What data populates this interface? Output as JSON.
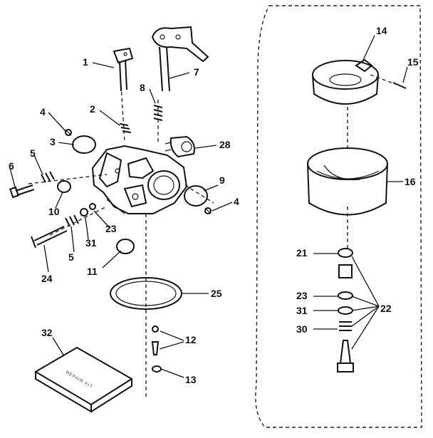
{
  "diagram": {
    "repair_kit_text": "REPAIR KIT",
    "callouts": [
      {
        "id": "c1",
        "label": "1"
      },
      {
        "id": "c2",
        "label": "2"
      },
      {
        "id": "c3",
        "label": "3"
      },
      {
        "id": "c4a",
        "label": "4"
      },
      {
        "id": "c4b",
        "label": "4"
      },
      {
        "id": "c5a",
        "label": "5"
      },
      {
        "id": "c5b",
        "label": "5"
      },
      {
        "id": "c6",
        "label": "6"
      },
      {
        "id": "c7",
        "label": "7"
      },
      {
        "id": "c8",
        "label": "8"
      },
      {
        "id": "c9",
        "label": "9"
      },
      {
        "id": "c10",
        "label": "10"
      },
      {
        "id": "c11",
        "label": "11"
      },
      {
        "id": "c12",
        "label": "12"
      },
      {
        "id": "c13",
        "label": "13"
      },
      {
        "id": "c14",
        "label": "14"
      },
      {
        "id": "c15",
        "label": "15"
      },
      {
        "id": "c16",
        "label": "16"
      },
      {
        "id": "c21",
        "label": "21"
      },
      {
        "id": "c22",
        "label": "22"
      },
      {
        "id": "c23a",
        "label": "23"
      },
      {
        "id": "c23b",
        "label": "23"
      },
      {
        "id": "c24",
        "label": "24"
      },
      {
        "id": "c25",
        "label": "25"
      },
      {
        "id": "c28",
        "label": "28"
      },
      {
        "id": "c30",
        "label": "30"
      },
      {
        "id": "c31a",
        "label": "31"
      },
      {
        "id": "c31b",
        "label": "31"
      },
      {
        "id": "c32",
        "label": "32"
      }
    ]
  }
}
